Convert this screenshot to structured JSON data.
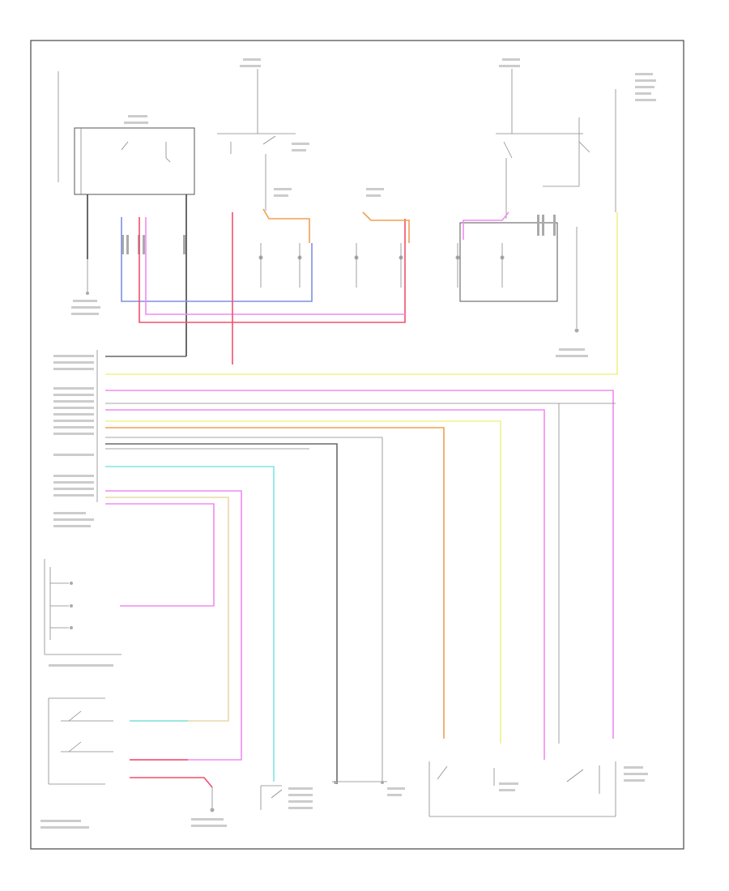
{
  "colors": {
    "pink": "#f08cf0",
    "red": "#f0506e",
    "blue": "#7f90e0",
    "orange": "#f0a050",
    "yellow": "#f0f08c",
    "cyan": "#80e6e6",
    "grey": "#6a6a6a",
    "dark": "#3a3a3a",
    "tan": "#e8d8a8"
  },
  "wires": [
    {
      "id": "pink-out",
      "color": "pink"
    },
    {
      "id": "red-out",
      "color": "red"
    },
    {
      "id": "blue-out",
      "color": "blue"
    },
    {
      "id": "orange-left",
      "color": "orange"
    },
    {
      "id": "orange-right",
      "color": "orange"
    },
    {
      "id": "pink-tail",
      "color": "pink"
    },
    {
      "id": "yellow-high",
      "color": "yellow"
    },
    {
      "id": "pink-long",
      "color": "pink"
    },
    {
      "id": "pink-mid",
      "color": "pink"
    },
    {
      "id": "yellow-mid",
      "color": "yellow"
    },
    {
      "id": "orange-long",
      "color": "orange"
    },
    {
      "id": "grey-long",
      "color": "grey"
    },
    {
      "id": "cyan-long",
      "color": "cyan"
    },
    {
      "id": "pink-bottom",
      "color": "pink"
    },
    {
      "id": "red-bottom",
      "color": "red"
    },
    {
      "id": "tan-bottom",
      "color": "tan"
    }
  ]
}
